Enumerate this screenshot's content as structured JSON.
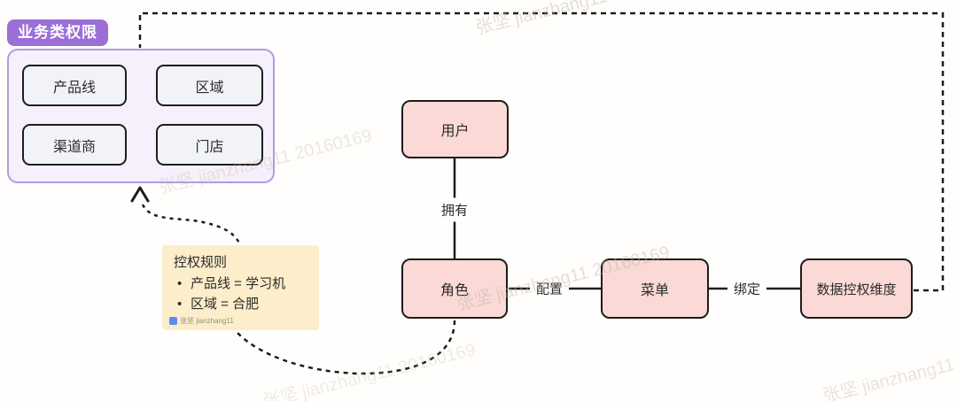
{
  "badge": {
    "label": "业务类权限"
  },
  "group": {
    "items": [
      {
        "label": "产品线"
      },
      {
        "label": "区域"
      },
      {
        "label": "渠道商"
      },
      {
        "label": "门店"
      }
    ]
  },
  "nodes": {
    "user": {
      "label": "用户"
    },
    "role": {
      "label": "角色"
    },
    "menu": {
      "label": "菜单"
    },
    "dimension": {
      "label": "数据控权维度"
    }
  },
  "edges": {
    "own": {
      "label": "拥有"
    },
    "configure": {
      "label": "配置"
    },
    "bind": {
      "label": "绑定"
    }
  },
  "note": {
    "title": "控权规则",
    "bullets": [
      "产品线 = 学习机",
      "区域 = 合肥"
    ],
    "author": "张坚 jianzhang11"
  },
  "watermark": {
    "text": "张坚 jianzhang11 20160169"
  },
  "colors": {
    "node_fill": "#fad9d6",
    "node_border": "#1d1d1d",
    "badge_bg": "#9b6fd6",
    "group_fill": "#f5f0fb",
    "group_border": "#b697e3",
    "inner_box_fill": "#f1f3f8",
    "note_bg": "#fcedcb",
    "connector": "#1d1d1d"
  }
}
